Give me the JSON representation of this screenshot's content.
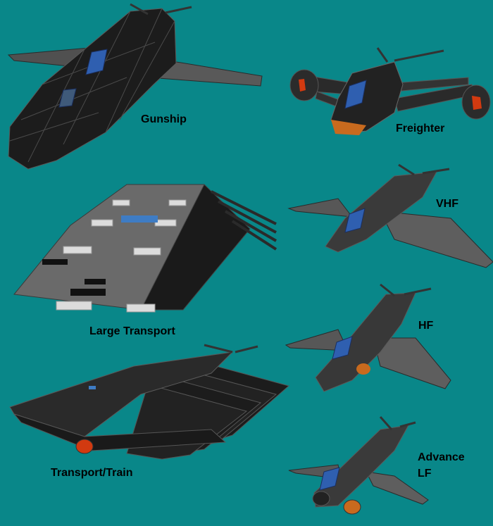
{
  "background_color": "#098789",
  "ships": [
    {
      "name": "Gunship"
    },
    {
      "name": "Freighter"
    },
    {
      "name": "VHF"
    },
    {
      "name": "Large Transport"
    },
    {
      "name": "HF"
    },
    {
      "name": "Transport/Train"
    },
    {
      "name": "Advance LF",
      "lines": [
        "Advance",
        "LF"
      ]
    }
  ],
  "colors": {
    "hull_dark": "#1b1b1b",
    "hull_mid": "#3c3c3c",
    "hull_light": "#6f6f6f",
    "canopy": "#2f5fb0",
    "engine_red": "#d23a10",
    "engine_orange": "#c86a1e",
    "panel_white": "#dcdcdc"
  }
}
